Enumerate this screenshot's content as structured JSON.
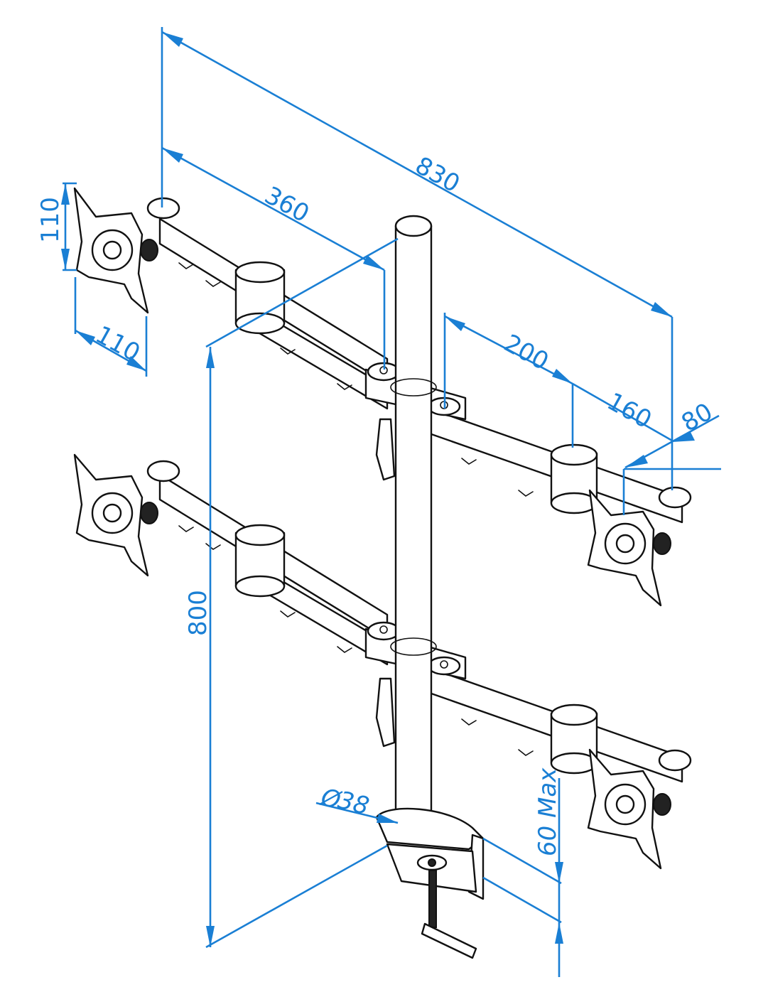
{
  "dimensions": {
    "overall_width": "830",
    "arm_length": "360",
    "segment_200": "200",
    "segment_160": "160",
    "segment_80": "80",
    "vesa_vertical": "110",
    "vesa_horizontal": "110",
    "total_height": "800",
    "pole_diameter": "38",
    "clamp_max": "60 Max"
  },
  "colors": {
    "dimension_blue": "#1a7fd4",
    "line_black": "#111111",
    "background": "#ffffff"
  }
}
